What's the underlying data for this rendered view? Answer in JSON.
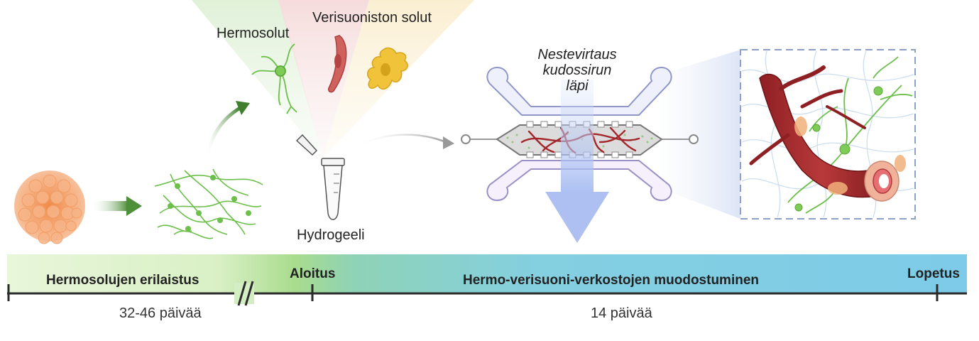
{
  "labels": {
    "neurons": "Hermosolut",
    "vascular_cells": "Verisuoniston solut",
    "hydrogel": "Hydrogeeli",
    "flow_line1": "Nestevirtaus",
    "flow_line2": "kudossirun",
    "flow_line3": "läpi"
  },
  "timeline": {
    "phase1": "Hermosolujen erilaistus",
    "start": "Aloitus",
    "phase2": "Hermo-verisuoni-verkostojen muodostuminen",
    "end": "Lopetus",
    "duration1": "32-46 päivää",
    "duration2": "14 päivää"
  },
  "colors": {
    "neuron_green": "#6cbf4a",
    "vessel_red": "#a3262a",
    "timeline_green": "#dff3c9",
    "timeline_blue": "#7fcbe6",
    "organoid_orange": "#f3a26b"
  }
}
